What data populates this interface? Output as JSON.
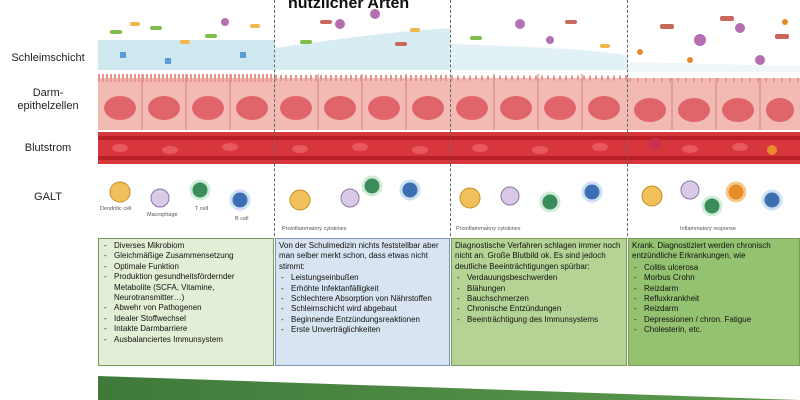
{
  "heading": "nützlicher Arten",
  "row_labels": {
    "mucus": "Schleimschicht",
    "epithelium_1": "Darm-",
    "epithelium_2": "epithelzellen",
    "blood": "Blutstrom",
    "galt": "GALT"
  },
  "cell_captions": {
    "dendritic": "Dendritic cell",
    "macrophage": "Macrophage",
    "tcell": "T cell",
    "bcell": "B cell",
    "cytokines_2": "Proinflammatory cytokines",
    "cytokines_3": "Proinflammatory cytokines",
    "inflammatory": "Inflammatory response"
  },
  "boxes": [
    {
      "intro": "",
      "items": [
        "Diverses Mikrobiom",
        "Gleichmäßige Zusammensetzung",
        "Optimale Funktion",
        "Produktion gesundheitsfördernder Metabolite (SCFA, Vitamine, Neurotransmitter…)",
        "Abwehr von Pathogenen",
        "Idealer Stoffwechsel",
        "Intakte Darmbarriere",
        "Ausbalanciertes Immunsystem"
      ]
    },
    {
      "intro": "Von der Schulmedizin nichts feststellbar aber man selber merkt schon, dass etwas nicht stimmt:",
      "items": [
        "Leistungseinbußen",
        "Erhöhte Infektanfälligkeit",
        "Schlechtere Absorption von Nährstoffen",
        "Schleimschicht wird abgebaut",
        "Beginnende Entzündungsreaktionen",
        "Erste Unverträglichkeiten"
      ]
    },
    {
      "intro": "Diagnostische Verfahren schlagen immer noch nicht an. Große Blutbild ok. Es sind jedoch deutliche Beeinträchtigungen spürbar:",
      "items": [
        "Verdauungsbeschwerden",
        "Blähungen",
        "Bauchschmerzen",
        "Chronische Entzündungen",
        "Beeinträchtigung des Immunsystems"
      ]
    },
    {
      "intro": "Krank. Diagnostiziert werden chronisch entzündliche Erkrankungen, wie",
      "items": [
        "Colitis ulcerosa",
        "Morbus Crohn",
        "Reizdarm",
        "Refluxkrankheit",
        "Reizdarm",
        "Depressionen / chron. Fatigue",
        "Cholesterin, etc."
      ]
    }
  ],
  "colors": {
    "mucus": "#cfe8f0",
    "epithelium": "#f3b9b3",
    "nucleus": "#e0656a",
    "blood": "#c8202a",
    "box_green_light": "#e2efd6",
    "box_blue": "#d9e4f2",
    "box_green_mid": "#b5d394",
    "box_green_dark": "#94c270",
    "wedge": "#3f7a3a"
  }
}
